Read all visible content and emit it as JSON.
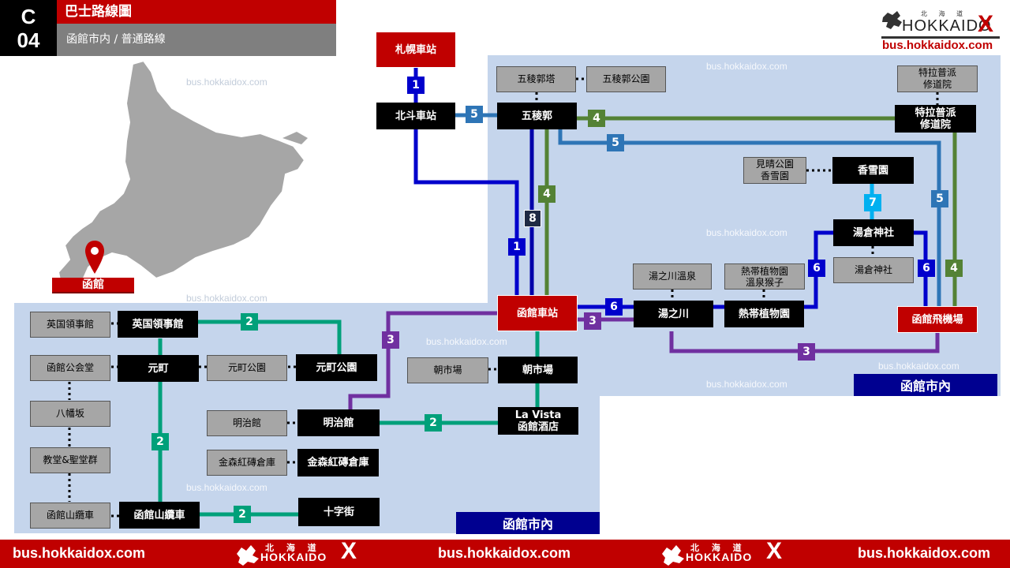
{
  "header": {
    "code_letter": "C",
    "code_number": "04",
    "title": "巴士路線圖",
    "subtitle": "函館市内 / 普通路線"
  },
  "brand": {
    "logo_word": "HOKKAIDO",
    "logo_x": "X",
    "logo_small": "北 海 道",
    "url": "bus.hokkaidox.com"
  },
  "watermark": "bus.hokkaidox.com",
  "map": {
    "pin_label": "函館"
  },
  "regions": {
    "north_label": "函館市內",
    "south_label": "函館市內"
  },
  "stations": {
    "sapporo": "札幌車站",
    "hokuto": "北斗車站",
    "goryokaku": "五稜郭",
    "goryokaku_tower": "五稜郭塔",
    "goryokaku_park": "五稜郭公園",
    "trappist_box": "特拉普派\n修道院",
    "trappist_black": "特拉普派\n修道院",
    "mihara_box": "見晴公園\n香雪園",
    "kosetsuen": "香雪園",
    "yunokawa_shrine": "湯倉神社",
    "yunokawa_shrine_gray": "湯倉神社",
    "yunokawa_onsen": "湯之川溫泉",
    "tropical_gray": "熱帯植物園\n溫泉猴子",
    "yunokawa": "湯之川",
    "tropical": "熱帯植物園",
    "hakodate_station": "函館車站",
    "airport": "函館飛機場",
    "asaichi_gray": "朝市場",
    "asaichi": "朝市場",
    "lavista": "La Vista\n函館酒店",
    "consulate_gray": "英国領事館",
    "consulate": "英国領事館",
    "public_hall_gray": "函館公会堂",
    "motomachi": "元町",
    "motomachi_park_gray": "元町公園",
    "motomachi_park": "元町公園",
    "hachimanzaka": "八幡坂",
    "churches": "教堂&聖堂群",
    "meijikan_gray": "明治館",
    "meijikan": "明治館",
    "kanemori_gray": "金森紅磚倉庫",
    "kanemori": "金森紅磚倉庫",
    "ropeway_gray": "函館山纜車",
    "ropeway": "函館山纜車",
    "jujigai": "十字街"
  },
  "routes": {
    "r1": "1",
    "r2": "2",
    "r3": "3",
    "r4": "4",
    "r5": "5",
    "r6": "6",
    "r7": "7",
    "r8": "8"
  },
  "colors": {
    "red": "#c00000",
    "blue": "#0000cc",
    "steel": "#2e75b6",
    "green": "#548235",
    "teal": "#00a07a",
    "purple": "#7030a0",
    "cyan": "#00b0f0",
    "region": "#c5d5ec",
    "navy": "#000090"
  }
}
